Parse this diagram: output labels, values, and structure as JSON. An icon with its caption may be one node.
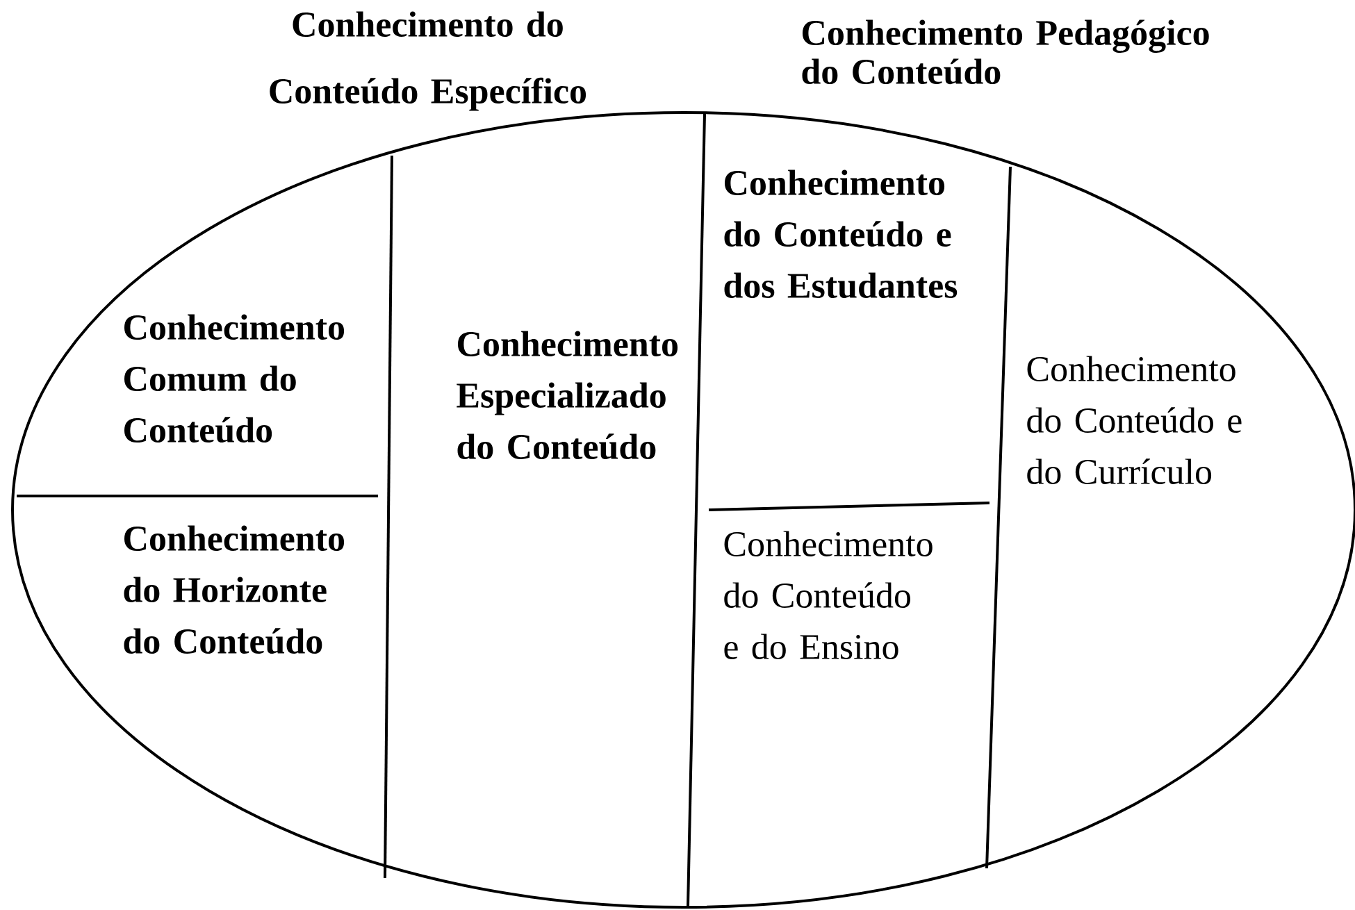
{
  "diagram": {
    "nodes": [
      {
        "text": [],
        "shape": "ellipse"
      },
      {
        "text": [
          "Conhecimento Comum do Conteúdo"
        ],
        "in": 0
      },
      {
        "text": [
          "Conhecimento do Horizonte do Conteúdo"
        ],
        "in": 0
      },
      {
        "text": [
          "Conhecimento Especializado do Conteúdo"
        ],
        "in": 0
      },
      {
        "text": [
          "Conhecimento do Conteúdo e dos Estudantes"
        ],
        "in": 0
      },
      {
        "text": [
          "Conhecimento do Conteúdo e do Currículo"
        ],
        "in": 0
      },
      {
        "text": [
          "Conhecimento do Conteúdo e do Ensino"
        ],
        "in": 0
      }
    ],
    "labels": [
      "Conhecimento do Conteúdo Específico",
      "Conhecimento Pedagógico do Conteúdo"
    ]
  }
}
